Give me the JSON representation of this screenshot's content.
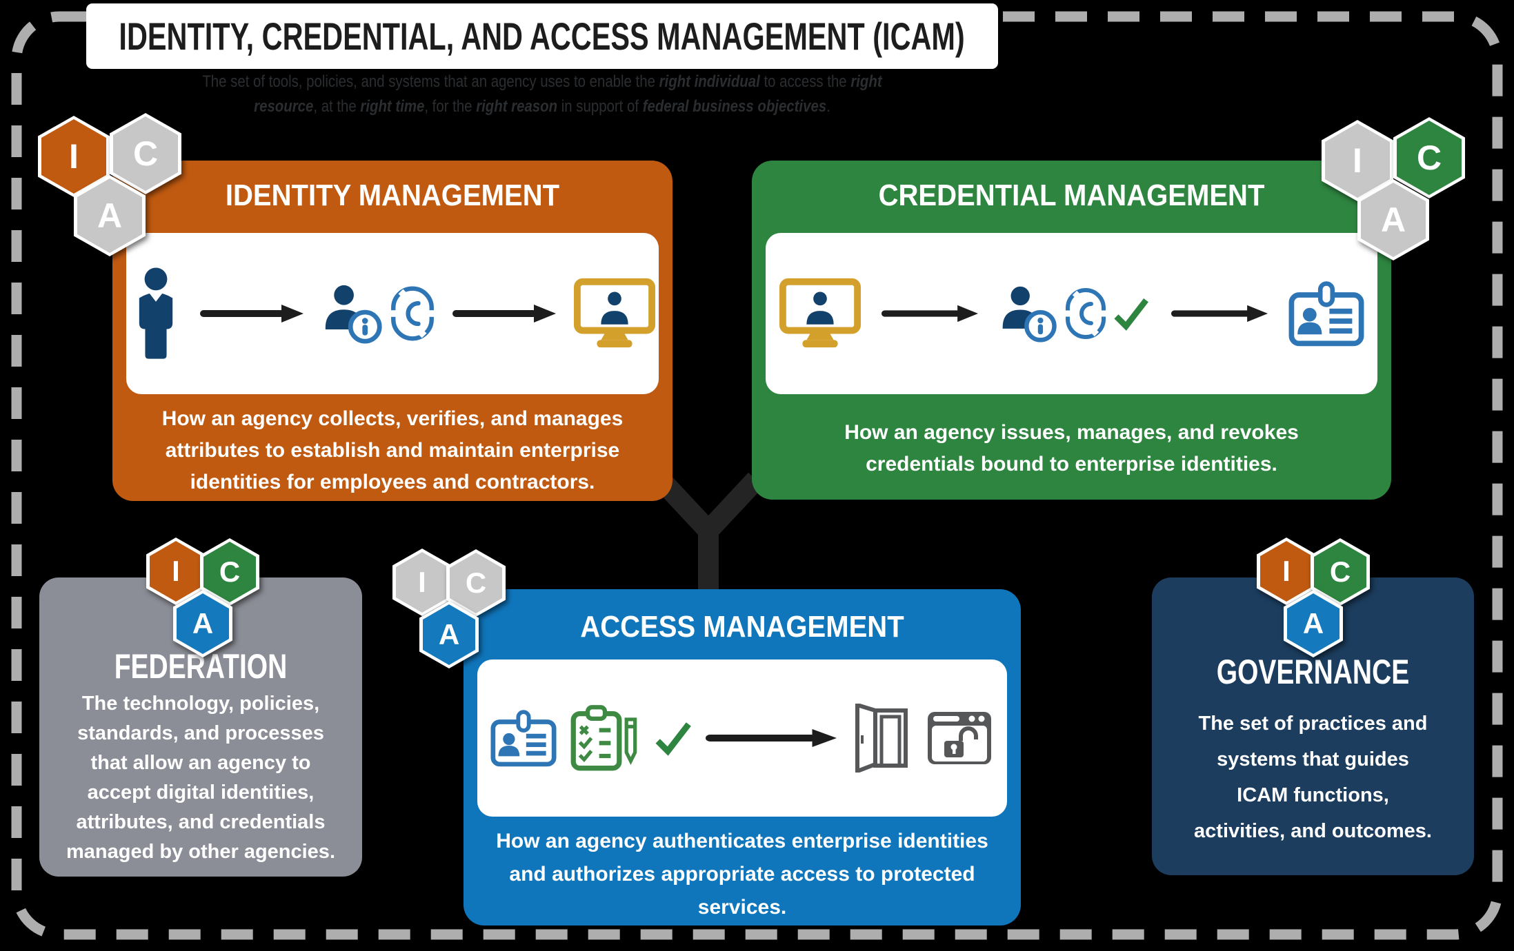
{
  "header": {
    "title": "IDENTITY, CREDENTIAL, AND ACCESS MANAGEMENT (ICAM)",
    "subtitle_line1": [
      {
        "text": "The set of tools, policies, and systems that an agency uses to enable the ",
        "em": false
      },
      {
        "text": "right individual",
        "em": true
      },
      {
        "text": " to access the ",
        "em": false
      },
      {
        "text": "right",
        "em": true
      }
    ],
    "subtitle_line2": [
      {
        "text": "resource",
        "em": true
      },
      {
        "text": ", at the ",
        "em": false
      },
      {
        "text": "right time",
        "em": true
      },
      {
        "text": ", for the ",
        "em": false
      },
      {
        "text": "right reason",
        "em": true
      },
      {
        "text": " in support of ",
        "em": false
      },
      {
        "text": "federal business objectives",
        "em": true
      },
      {
        "text": ".",
        "em": false
      }
    ]
  },
  "hex": {
    "i": "I",
    "c": "C",
    "a": "A"
  },
  "boxes": {
    "identity": {
      "title": "IDENTITY MANAGEMENT",
      "description": "How an agency collects, verifies, and manages\nattributes to establish and maintain enterprise\nidentities for employees and contractors."
    },
    "credential": {
      "title": "CREDENTIAL MANAGEMENT",
      "description": "How an agency issues, manages, and revokes\ncredentials bound to enterprise identities."
    },
    "access": {
      "title": "ACCESS MANAGEMENT",
      "description": "How an agency authenticates enterprise identities\nand authorizes appropriate access to protected\nservices."
    },
    "federation": {
      "title": "FEDERATION",
      "description": "The technology, policies,\nstandards, and processes\nthat allow an agency to\naccept digital identities,\nattributes, and credentials\nmanaged by other agencies."
    },
    "governance": {
      "title": "GOVERNANCE",
      "description": "The set of practices and\nsystems that guides\nICAM functions,\nactivities, and outcomes."
    }
  },
  "icons": [
    "person-icon",
    "arrow-icon",
    "person-info-icon",
    "fingerprint-icon",
    "monitor-person-icon",
    "checkmark-icon",
    "id-badge-icon",
    "clipboard-checklist-icon",
    "open-door-icon",
    "browser-unlock-icon"
  ],
  "colors": {
    "identity_orange": "#c05a11",
    "credential_green": "#2e8540",
    "access_blue": "#1076bc",
    "federation_gray": "#8b8e96",
    "governance_navy": "#1c3d5e",
    "hex_gray": "#c7c7c7",
    "hex_blue": "#1579be",
    "icon_navy": "#12426b",
    "icon_gold": "#d4a02c",
    "icon_blue": "#2e75b6",
    "icon_green": "#3f8a43",
    "icon_dark_gray": "#565759",
    "connector": "#242424",
    "border_dash": "#aeaeae"
  }
}
